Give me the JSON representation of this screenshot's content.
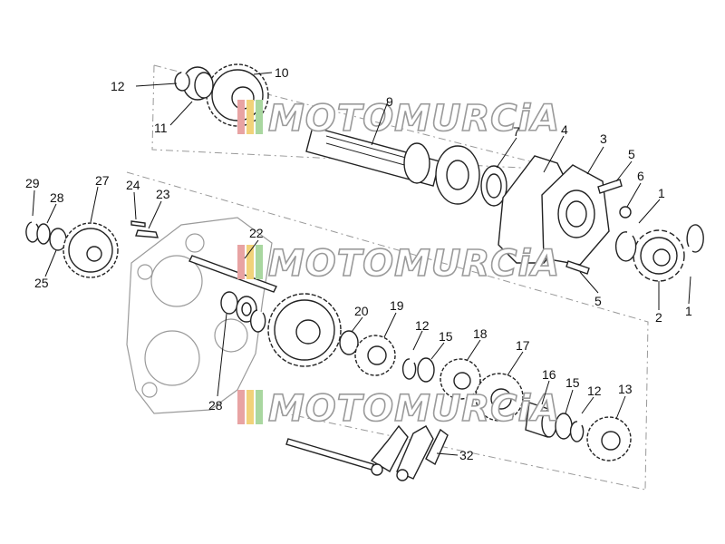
{
  "watermark": {
    "text": "MOTOMURCiA",
    "stripe_colors": [
      "#e8a3a3",
      "#f1d27a",
      "#a9d7a0"
    ]
  },
  "callouts": {
    "c1a": "1",
    "c1b": "1",
    "c2": "2",
    "c3": "3",
    "c4": "4",
    "c5a": "5",
    "c5b": "5",
    "c6": "6",
    "c7": "7",
    "c9": "9",
    "c10": "10",
    "c11": "11",
    "c12a": "12",
    "c12b": "12",
    "c12c": "12",
    "c13": "13",
    "c15a": "15",
    "c15b": "15",
    "c16": "16",
    "c17": "17",
    "c18": "18",
    "c19": "19",
    "c20": "20",
    "c22": "22",
    "c23": "23",
    "c24": "24",
    "c25": "25",
    "c27": "27",
    "c28a": "28",
    "c28b": "28",
    "c29": "29",
    "c32": "32"
  }
}
